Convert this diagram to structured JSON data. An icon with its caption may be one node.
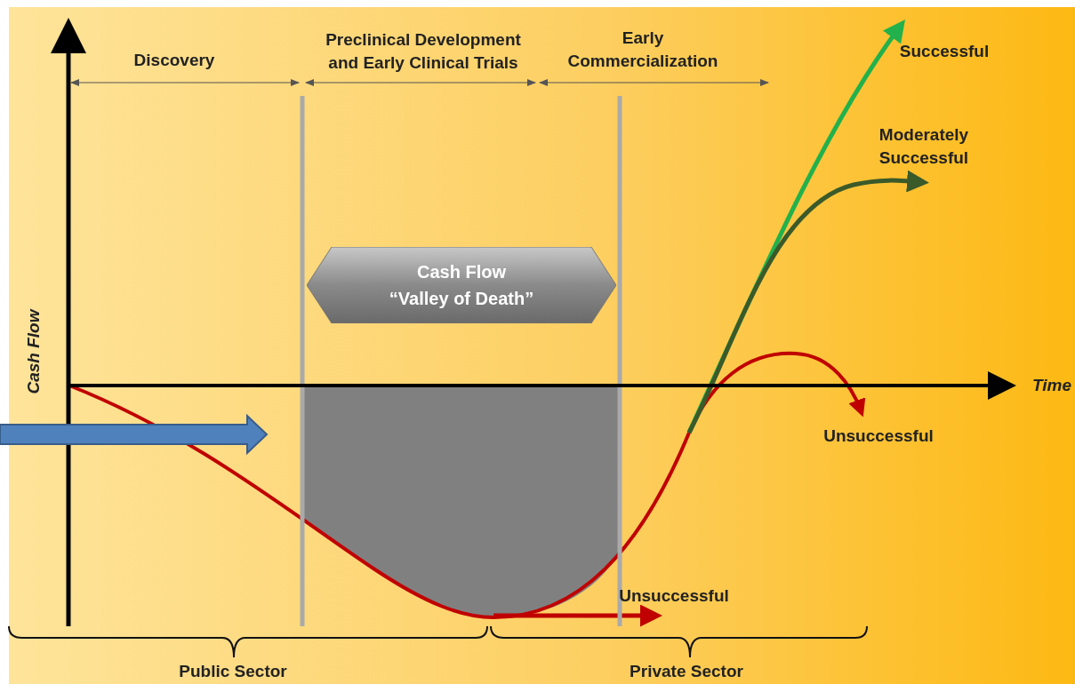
{
  "diagram": {
    "nodes": [
      {
        "text": [
          "Cash Flow",
          "“Valley of Death”"
        ]
      }
    ],
    "labels": [
      "Discovery",
      "Preclinical Development and Early Clinical Trials",
      "Early Commercialization",
      "Successful",
      "Moderately Successful",
      "Cash Flow",
      "Time",
      "Unsuccessful",
      "Unsuccessful",
      "Public Sector",
      "Private Sector"
    ]
  }
}
